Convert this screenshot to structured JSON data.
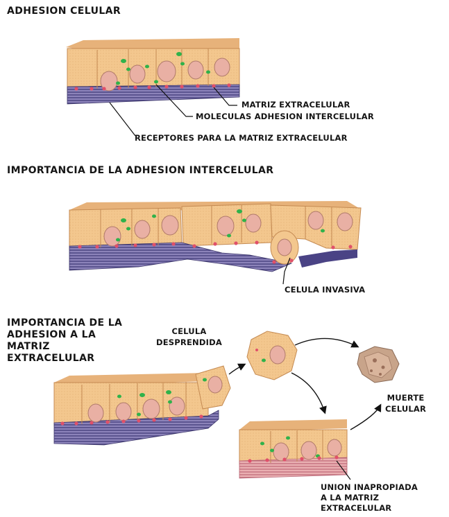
{
  "sections": [
    {
      "title": "ADHESION CELULAR",
      "labels": {
        "matrix": "MATRIZ EXTRACELULAR",
        "adhesion_molecules": "MOLECULAS ADHESION INTERCELULAR",
        "receptors": "RECEPTORES PARA LA MATRIZ EXTRACELULAR"
      }
    },
    {
      "title": "IMPORTANCIA DE LA ADHESION INTERCELULAR",
      "labels": {
        "invasive_cell": "CELULA INVASIVA"
      }
    },
    {
      "title": "IMPORTANCIA DE LA\nADHESION A LA\nMATRIZ\nEXTRACELULAR",
      "labels": {
        "detached_cell": "CELULA\nDESPRENDIDA",
        "cell_death": "MUERTE\nCELULAR",
        "improper_union": "UNION INAPROPIADA\nA LA MATRIZ\nEXTRACELULAR"
      }
    }
  ],
  "colors": {
    "cell": "#f3c78e",
    "cell_border": "#c48a52",
    "nucleus": "#e9b0a4",
    "matrix": "#6c63a0",
    "matrix_dark": "#3a3468",
    "molecule_green": "#2fb24a",
    "receptor_red": "#e0506a"
  }
}
